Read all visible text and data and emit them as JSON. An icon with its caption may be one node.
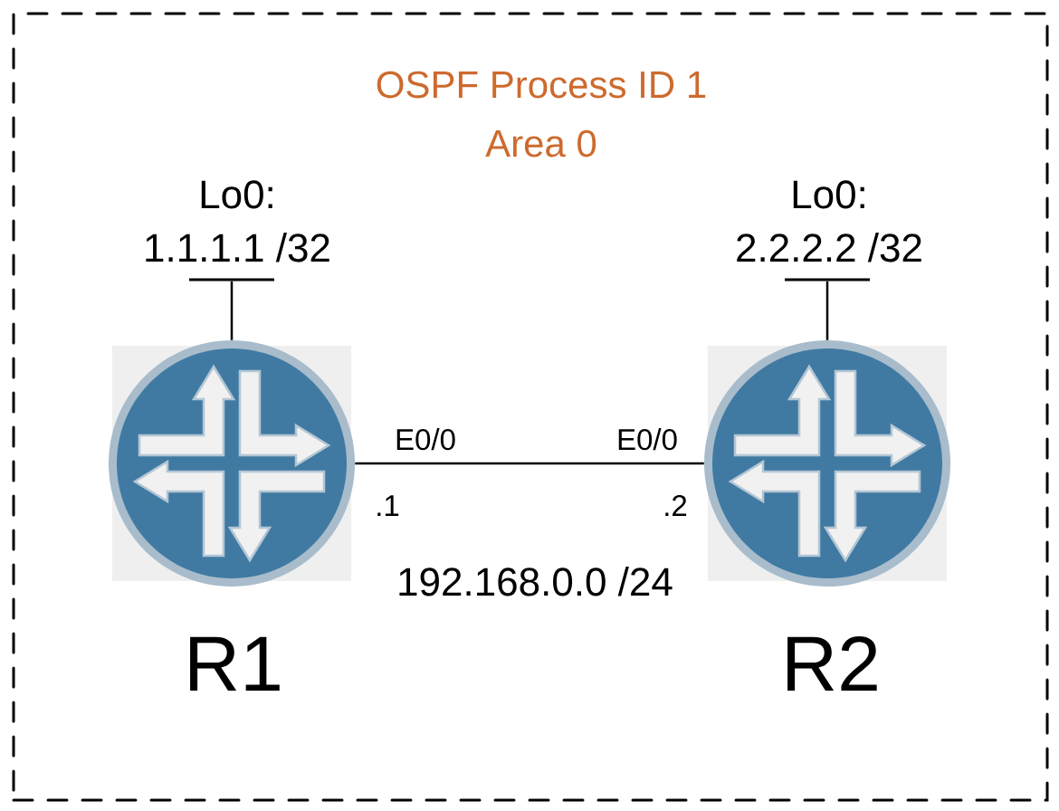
{
  "diagram": {
    "nodes": [
      {
        "text": [
          "OSPF Process ID 1 Area 0"
        ]
      },
      {
        "text": [
          "Lo0: 1.1.1.1 /32"
        ],
        "in": 0
      },
      {
        "text": [
          "Lo0: 2.2.2.2 /32"
        ],
        "in": 0
      },
      {
        "text": [
          "R1"
        ],
        "beside": [
          "E0/0",
          ".1"
        ],
        "in": 0
      },
      {
        "text": [
          "R2"
        ],
        "beside": [
          "E0/0",
          ".2"
        ],
        "in": 0
      }
    ],
    "edges": [
      {
        "from": 3,
        "to": 1,
        "arrow": "none"
      },
      {
        "from": 4,
        "to": 2,
        "arrow": "none"
      },
      {
        "from": 3,
        "to": 4,
        "arrow": "none"
      }
    ],
    "labels": [
      "192.168.0.0 /24"
    ]
  }
}
